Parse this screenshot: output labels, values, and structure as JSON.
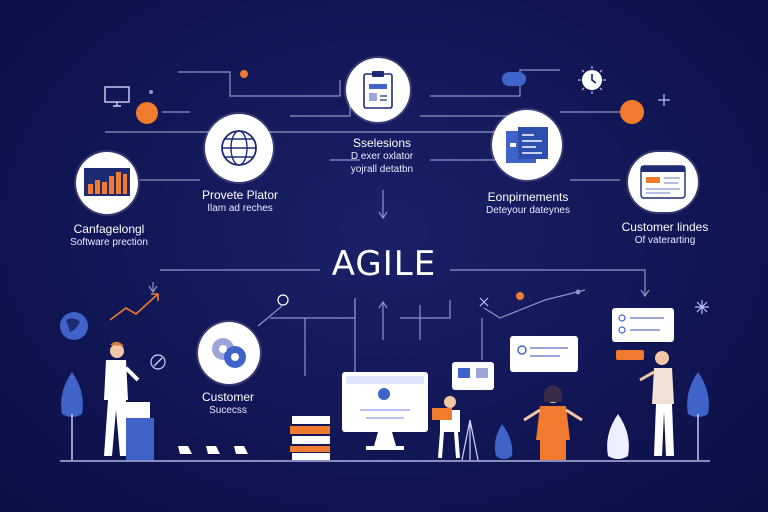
{
  "center": {
    "title": "AGILE"
  },
  "nodes": [
    {
      "id": "software",
      "title": "Canfagelongl",
      "subtitle": "Software prection"
    },
    {
      "id": "provete",
      "title": "Provete Plator",
      "subtitle": "Ilam ad reches"
    },
    {
      "id": "selections",
      "title": "Sselesions",
      "subtitle1": "D exer oxlator",
      "subtitle2": "yojrall detatbn"
    },
    {
      "id": "engineering",
      "title": "Eonpirnements",
      "subtitle": "Deteyour dateynes"
    },
    {
      "id": "customer-lindes",
      "title": "Customer lindes",
      "subtitle": "Of vaterarting"
    },
    {
      "id": "customer-success",
      "title": "Customer",
      "subtitle": "Sucecss"
    }
  ],
  "colors": {
    "background": "#111655",
    "line": "#8d94c8",
    "accent_orange": "#f07a2e",
    "accent_blue": "#3f63c8",
    "white": "#ffffff"
  },
  "icons": [
    "bar-chart-icon",
    "globe-icon",
    "clipboard-icon",
    "document-stack-icon",
    "browser-window-icon",
    "gear-cluster-icon",
    "monitor-icon"
  ]
}
